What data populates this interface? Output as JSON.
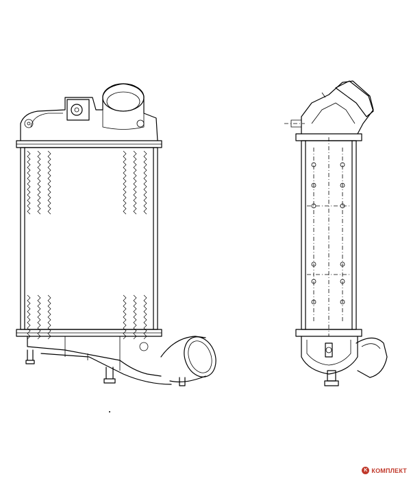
{
  "watermark": {
    "brand": "КОМПЛЕКТ",
    "logo_icon": "brand-logo-icon",
    "color": "#c0392b"
  },
  "views": [
    {
      "name": "front-view"
    },
    {
      "name": "side-view"
    }
  ]
}
